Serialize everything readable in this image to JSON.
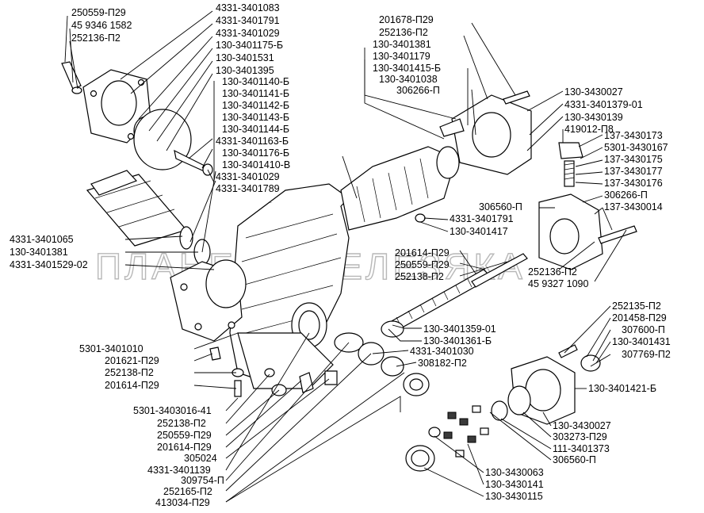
{
  "watermark": "ПЛАНЕТА ЖЕЛЕЗЯКА",
  "labels": [
    "250559-П29",
    "45 9346 1582",
    "252136-П2",
    "4331-3401083",
    "4331-3401791",
    "4331-3401029",
    "130-3401175-Б",
    "130-3401531",
    "130-3401395",
    "130-3401140-Б",
    "130-3401141-Б",
    "130-3401142-Б",
    "130-3401143-Б",
    "130-3401144-Б",
    "4331-3401163-Б",
    "130-3401176-Б",
    "130-3401410-В",
    "4331-3401029",
    "4331-3401789",
    "201678-П29",
    "252136-П2",
    "130-3401381",
    "130-3401179",
    "130-3401415-Б",
    "130-3401038",
    "306266-П",
    "130-3430027",
    "4331-3401379-01",
    "130-3430139",
    "419012-П8",
    "137-3430173",
    "5301-3430167",
    "137-3430175",
    "137-3430177",
    "137-3430176",
    "306266-П",
    "137-3430014",
    "306560-П",
    "4331-3401791",
    "130-3401417",
    "4331-3401065",
    "130-3401381",
    "4331-3401529-02",
    "201614-П29",
    "250559-П29",
    "252138-П2",
    "252136-П2",
    "45 9327 1090",
    "130-3401359-01",
    "130-3401361-Б",
    "4331-3401030",
    "308182-П2",
    "252135-П2",
    "201458-П29",
    "307600-П",
    "130-3401431",
    "307769-П2",
    "130-3401421-Б",
    "130-3430027",
    "303273-П29",
    "111-3401373",
    "306560-П",
    "130-3430063",
    "130-3430141",
    "130-3430115",
    "5301-3401010",
    "201621-П29",
    "252138-П2",
    "201614-П29",
    "5301-3403016-41",
    "252138-П2",
    "250559-П29",
    "201614-П29",
    "305024",
    "4331-3401139",
    "309754-П",
    "252165-П2",
    "413034-П29"
  ]
}
